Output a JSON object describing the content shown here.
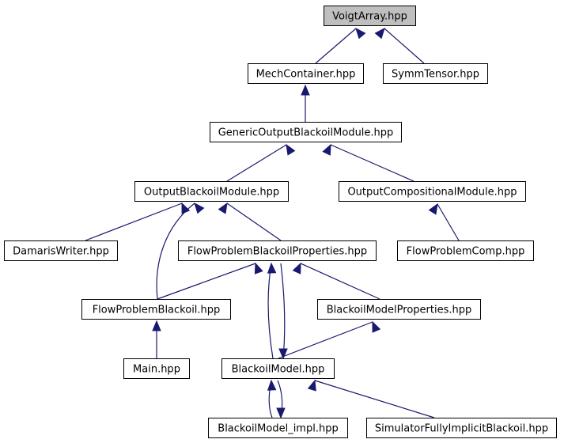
{
  "diagram": {
    "type": "include-dependency-graph",
    "colors": {
      "edge": "#191970",
      "highlight": "#bfbfbf",
      "node_border": "#000000"
    },
    "nodes": [
      {
        "id": "voigt",
        "label": "VoigtArray.hpp",
        "highlighted": true
      },
      {
        "id": "mech",
        "label": "MechContainer.hpp"
      },
      {
        "id": "symm",
        "label": "SymmTensor.hpp"
      },
      {
        "id": "generic",
        "label": "GenericOutputBlackoilModule.hpp"
      },
      {
        "id": "outblack",
        "label": "OutputBlackoilModule.hpp"
      },
      {
        "id": "outcomp",
        "label": "OutputCompositionalModule.hpp"
      },
      {
        "id": "damaris",
        "label": "DamarisWriter.hpp"
      },
      {
        "id": "fpbprops",
        "label": "FlowProblemBlackoilProperties.hpp"
      },
      {
        "id": "fpcomp",
        "label": "FlowProblemComp.hpp"
      },
      {
        "id": "fpb",
        "label": "FlowProblemBlackoil.hpp"
      },
      {
        "id": "bmprops",
        "label": "BlackoilModelProperties.hpp"
      },
      {
        "id": "main",
        "label": "Main.hpp"
      },
      {
        "id": "bm",
        "label": "BlackoilModel.hpp"
      },
      {
        "id": "bmimpl",
        "label": "BlackoilModel_impl.hpp"
      },
      {
        "id": "sfib",
        "label": "SimulatorFullyImplicitBlackoil.hpp"
      }
    ],
    "edges": [
      {
        "from": "mech",
        "to": "voigt"
      },
      {
        "from": "symm",
        "to": "voigt"
      },
      {
        "from": "generic",
        "to": "mech"
      },
      {
        "from": "outblack",
        "to": "generic"
      },
      {
        "from": "outcomp",
        "to": "generic"
      },
      {
        "from": "damaris",
        "to": "outblack"
      },
      {
        "from": "fpbprops",
        "to": "outblack"
      },
      {
        "from": "fpb",
        "to": "outblack"
      },
      {
        "from": "fpcomp",
        "to": "outcomp"
      },
      {
        "from": "fpb",
        "to": "fpbprops"
      },
      {
        "from": "bm",
        "to": "fpbprops"
      },
      {
        "from": "bmprops",
        "to": "fpbprops"
      },
      {
        "from": "fpbprops",
        "to": "bm"
      },
      {
        "from": "bm",
        "to": "bmprops"
      },
      {
        "from": "main",
        "to": "fpb"
      },
      {
        "from": "bmimpl",
        "to": "bm"
      },
      {
        "from": "bm",
        "to": "bmimpl"
      },
      {
        "from": "sfib",
        "to": "bm"
      }
    ]
  }
}
